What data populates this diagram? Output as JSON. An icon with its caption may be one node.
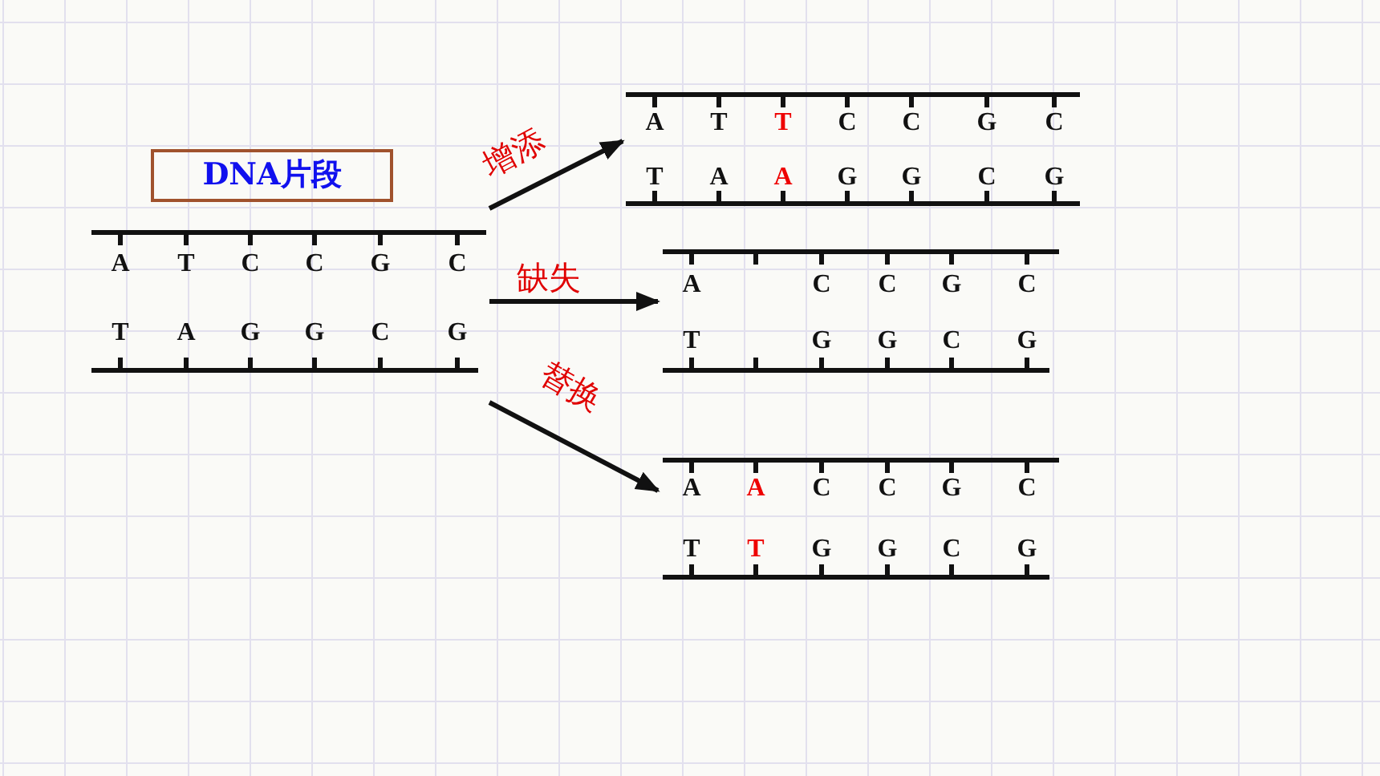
{
  "diagram": {
    "nodes": [
      {
        "text": [
          "DNA片段"
        ]
      },
      {
        "text": [
          "A",
          "T",
          "C",
          "C",
          "G",
          "C",
          "T",
          "A",
          "G",
          "G",
          "C",
          "G"
        ]
      },
      {
        "text": [
          "A",
          "T",
          "T",
          "C",
          "C",
          "G",
          "C",
          "T",
          "A",
          "A",
          "G",
          "G",
          "C",
          "G"
        ]
      },
      {
        "text": [
          "A",
          "C",
          "C",
          "G",
          "C",
          "T",
          "G",
          "G",
          "C",
          "G"
        ]
      },
      {
        "text": [
          "A",
          "A",
          "C",
          "C",
          "G",
          "C",
          "T",
          "T",
          "G",
          "G",
          "C",
          "G"
        ]
      }
    ],
    "edges": [
      {
        "from": 1,
        "to": 2,
        "arrow": "to",
        "label": "增添"
      },
      {
        "from": 1,
        "to": 3,
        "arrow": "to",
        "label": "缺失"
      },
      {
        "from": 1,
        "to": 4,
        "arrow": "to",
        "label": "替换"
      }
    ]
  }
}
